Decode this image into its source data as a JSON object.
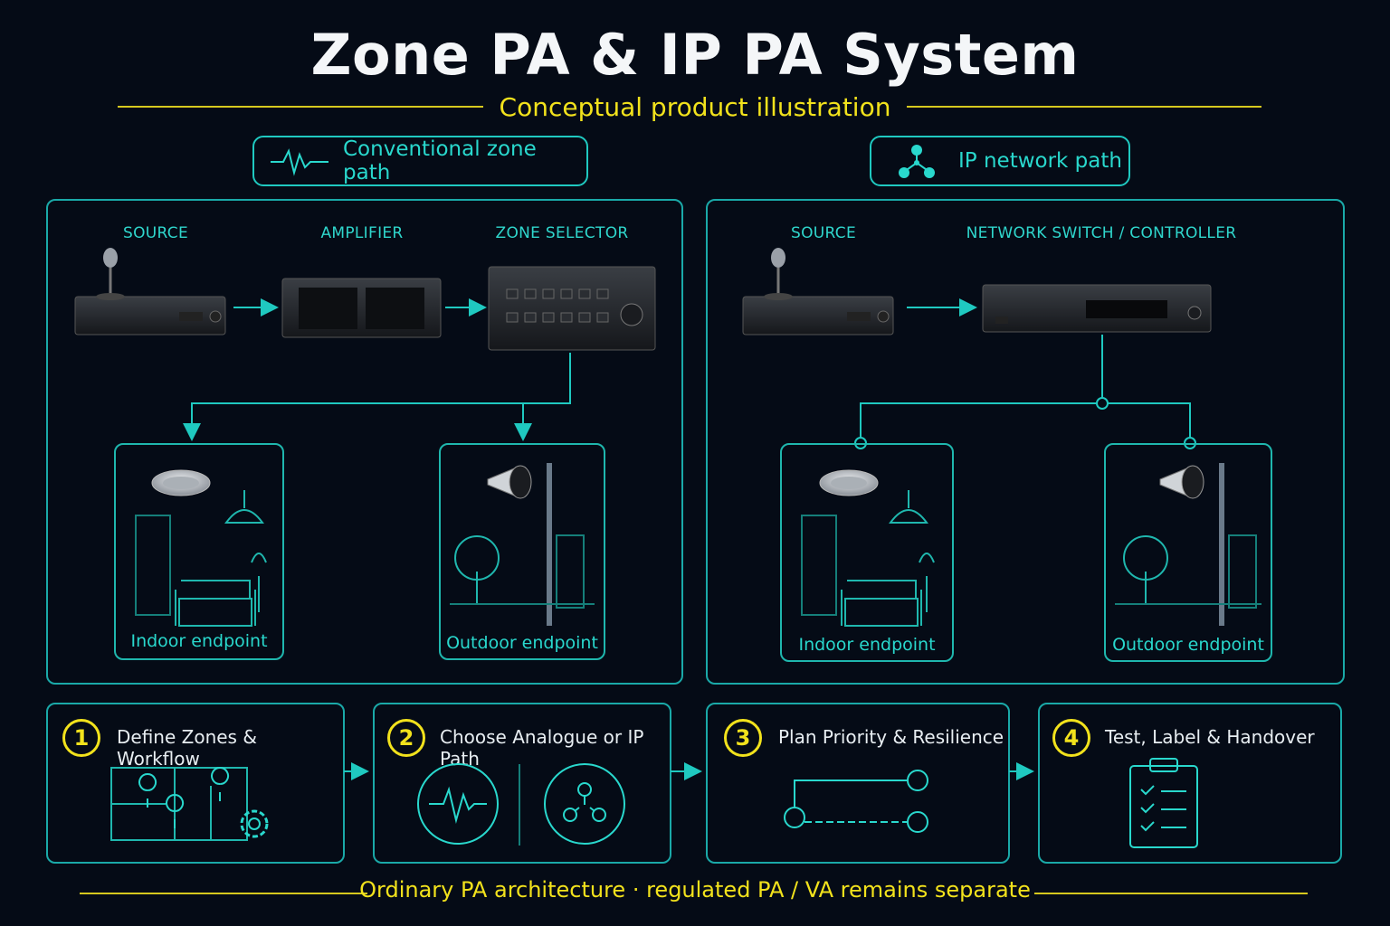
{
  "title": "Zone PA & IP PA System",
  "subtitle": "Conceptual product illustration",
  "conventional": {
    "pill": "Conventional zone path",
    "labels": {
      "source": "SOURCE",
      "amplifier": "AMPLIFIER",
      "zone_selector": "ZONE SELECTOR"
    },
    "indoor": "Indoor endpoint",
    "outdoor": "Outdoor endpoint"
  },
  "ip": {
    "pill": "IP network path",
    "labels": {
      "source": "SOURCE",
      "switch": "NETWORK SWITCH / CONTROLLER"
    },
    "indoor": "Indoor endpoint",
    "outdoor": "Outdoor endpoint"
  },
  "steps": [
    {
      "number": "1",
      "label": "Define Zones & Workflow"
    },
    {
      "number": "2",
      "label": "Choose Analogue or IP Path"
    },
    {
      "number": "3",
      "label": "Plan Priority & Resilience"
    },
    {
      "number": "4",
      "label": "Test, Label & Handover"
    }
  ],
  "footer": "Ordinary PA architecture · regulated PA / VA remains separate",
  "colors": {
    "background": "#050b16",
    "accent_cyan": "#1fc9c0",
    "accent_yellow": "#f2e21c"
  }
}
